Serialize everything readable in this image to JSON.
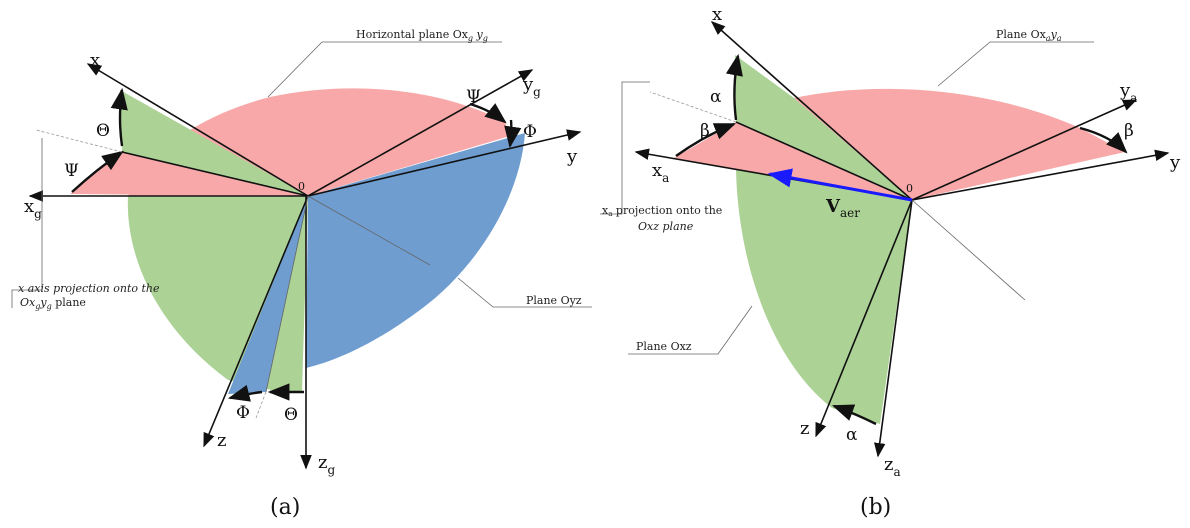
{
  "colors": {
    "horizontal_plane": "#f8a8a8",
    "vertical_plane_xz": "#acd296",
    "plane_oyz": "#6f9dd0",
    "velocity": "#1a1aff"
  },
  "panel_a": {
    "caption": "(a)",
    "axes": {
      "x": "x",
      "y": "y",
      "z": "z",
      "xg": "x",
      "xg_sub": "g",
      "yg": "y",
      "yg_sub": "g",
      "zg": "z",
      "zg_sub": "g",
      "origin": "0"
    },
    "angles": {
      "psi_top": "Ψ",
      "psi_left": "Ψ",
      "theta_left": "Θ",
      "theta_bottom": "Θ",
      "phi_right": "Φ",
      "phi_bottom": "Φ"
    },
    "callouts": {
      "horizontal_plane": "Horizontal plane  Ox",
      "horizontal_plane_g1": "g",
      "horizontal_plane_y": " y",
      "horizontal_plane_g2": "g",
      "plane_oyz": "Plane  Oyz",
      "projection_line1": "x axis projection onto the",
      "projection_line2": "Ox",
      "projection_g1": "g",
      "projection_y": "y",
      "projection_g2": "g",
      "projection_tail": " plane"
    }
  },
  "panel_b": {
    "caption": "(b)",
    "axes": {
      "x": "x",
      "y": "y",
      "z": "z",
      "xa": "x",
      "xa_sub": "a",
      "ya": "y",
      "ya_sub": "a",
      "za": "z",
      "za_sub": "a",
      "origin": "0"
    },
    "angles": {
      "alpha_top": "α",
      "alpha_bottom": "α",
      "beta_left": "β",
      "beta_right": "β"
    },
    "velocity": {
      "label": "V",
      "sub": "aer"
    },
    "callouts": {
      "plane_xaya": "Plane  Ox",
      "plane_xaya_a1": "a",
      "plane_xaya_y": "y",
      "plane_xaya_a2": "a",
      "plane_oxz": "Plane  Oxz",
      "projection_line1": "x",
      "projection_line1_a": "a",
      "projection_line1_tail": " projection onto the",
      "projection_line2": "Oxz plane"
    }
  }
}
